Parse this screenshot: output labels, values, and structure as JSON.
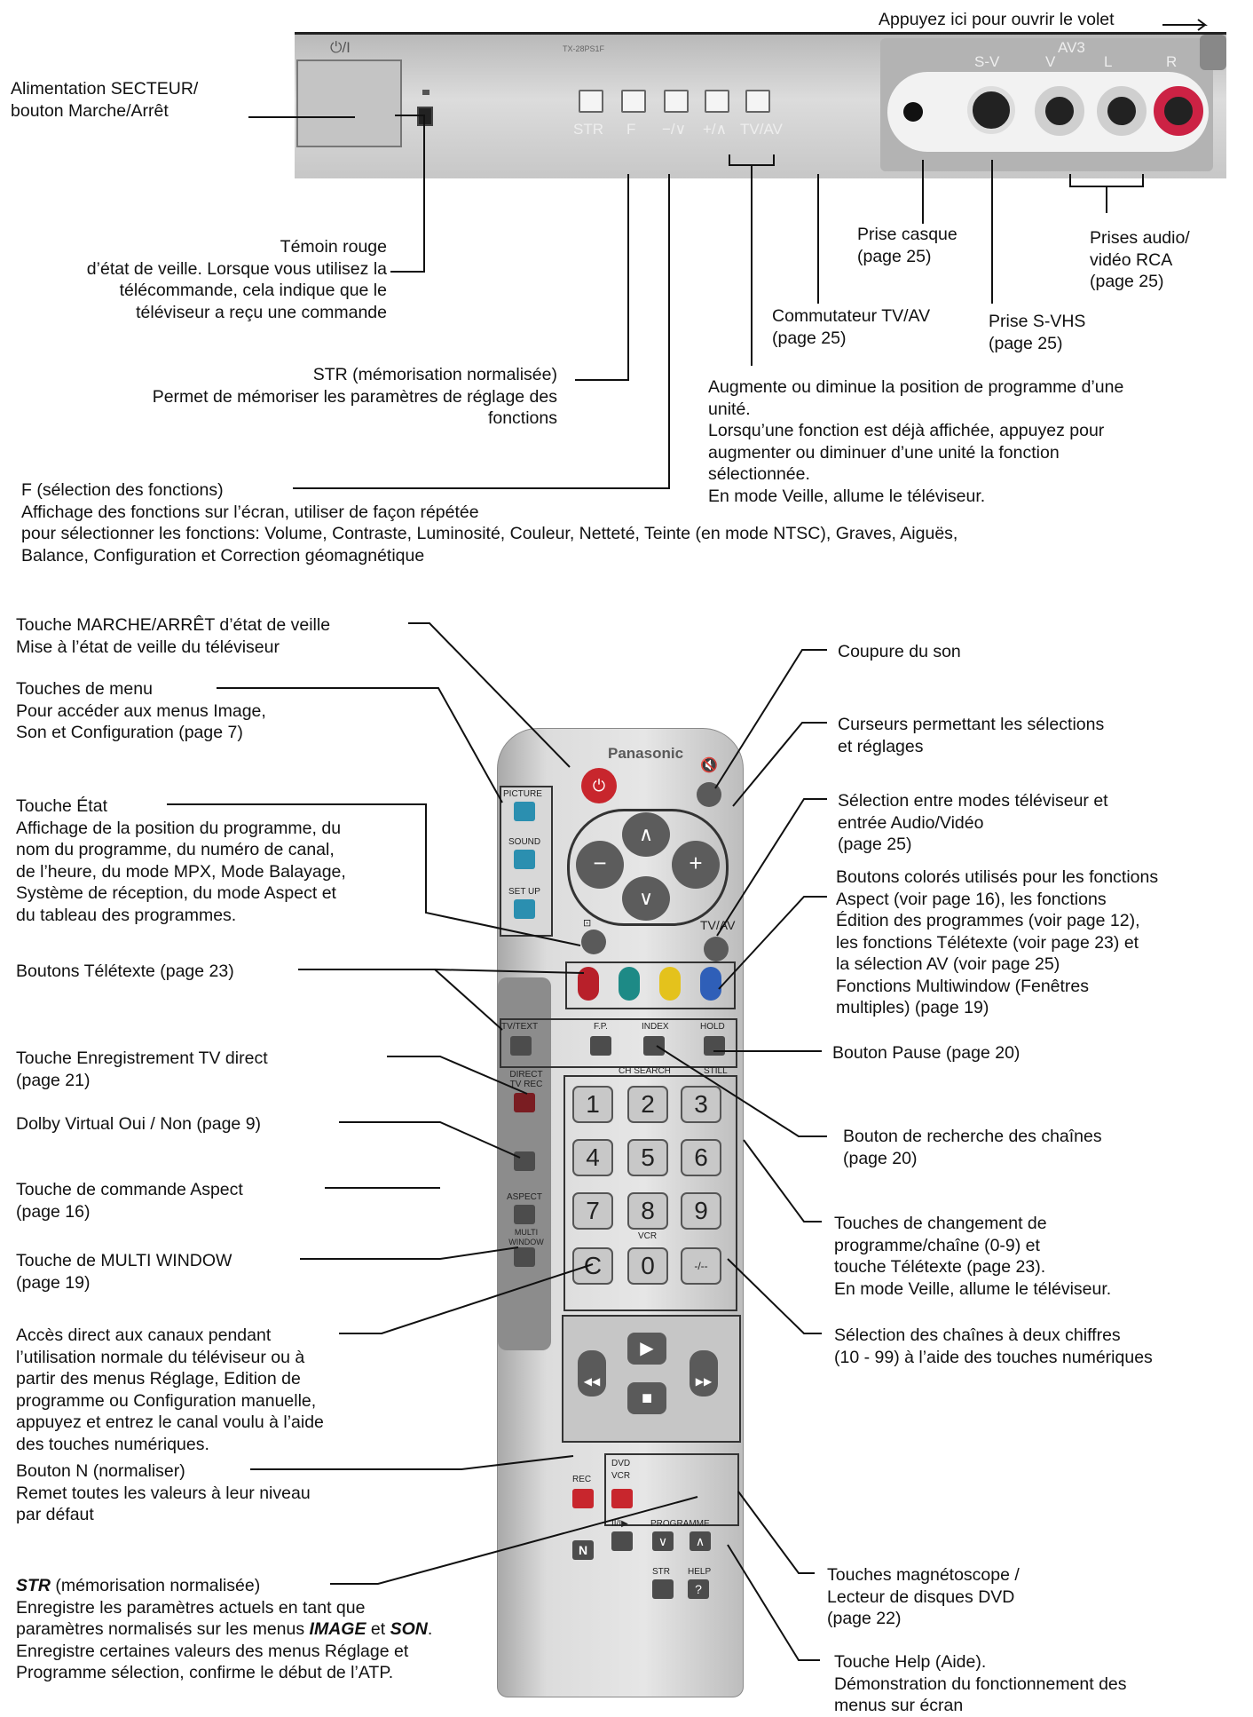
{
  "panel": {
    "power_symbol": "⏻/I",
    "model_text": "TX-28PS1F",
    "btn_labels": [
      "STR",
      "F",
      "−/∨",
      "+/∧",
      "TV/AV"
    ],
    "av3": "AV3",
    "jack_labels": [
      "S-V",
      "V",
      "L",
      "R"
    ]
  },
  "remote": {
    "brand": "Panasonic",
    "picture": "PICTURE",
    "sound": "SOUND",
    "setup": "SET UP",
    "tvav": "TV/AV",
    "tvtext": "TV/TEXT",
    "fp": "F.P.",
    "index": "INDEX",
    "hold": "HOLD",
    "direct_tv_rec": "DIRECT TV REC",
    "ch_search": "CH SEARCH",
    "still": "STILL",
    "aspect": "ASPECT",
    "multi_window": "MULTI WINDOW",
    "digits": [
      "1",
      "2",
      "3",
      "4",
      "5",
      "6",
      "7",
      "8",
      "9"
    ],
    "c_key": "C",
    "zero_key": "0",
    "vcr_label": "VCR",
    "dash_key": "-/--",
    "rec": "REC",
    "dvd": "DVD",
    "vcr2": "VCR",
    "programme": "PROGRAMME",
    "pause_still": "II/I▶",
    "n_key": "N",
    "str": "STR",
    "help": "HELP",
    "help_glyph": "?"
  },
  "labels": {
    "open_flap": "Appuyez ici pour ouvrir le volet",
    "power": [
      "Alimentation SECTEUR/",
      "bouton Marche/Arrêt"
    ],
    "standby": [
      "Témoin rouge",
      "d’état de veille. Lorsque vous utilisez la",
      "télécommande, cela indique que le",
      "téléviseur a reçu une commande"
    ],
    "str_panel": [
      "STR (mémorisation normalisée)",
      "Permet de mémoriser les paramètres de réglage des",
      "fonctions"
    ],
    "f_select": [
      "F (sélection des fonctions)",
      "Affichage des fonctions sur l’écran, utiliser de façon répétée",
      "pour sélectionner les fonctions: Volume, Contraste, Luminosité, Couleur, Netteté, Teinte (en mode NTSC), Graves, Aiguës,",
      "Balance, Configuration et Correction géomagnétique"
    ],
    "headphone": [
      "Prise casque",
      "(page 25)"
    ],
    "svhs": [
      "Prise S-VHS",
      "(page 25)"
    ],
    "rca": [
      "Prises audio/",
      "vidéo RCA",
      "(page 25)"
    ],
    "tvav_switch": [
      "Commutateur TV/AV",
      "(page 25)"
    ],
    "up_down": [
      "Augmente ou diminue la position de programme d’une",
      "unité.",
      "Lorsqu’une fonction est déjà affichée, appuyez pour",
      "augmenter ou diminuer d’une unité la fonction",
      "sélectionnée.",
      "En mode Veille, allume le téléviseur."
    ],
    "standby_remote": [
      "Touche MARCHE/ARRÊT d’état de veille",
      "Mise à l’état de veille du téléviseur"
    ],
    "menu_keys": [
      "Touches de menu",
      "Pour accéder aux menus Image,",
      "Son et Configuration (page 7)"
    ],
    "status_key": [
      "Touche État",
      "Affichage de la position du programme, du",
      "nom du programme, du numéro de canal,",
      "de l’heure, du mode MPX, Mode Balayage,",
      "Système de réception, du mode Aspect et",
      "du tableau des programmes."
    ],
    "teletext": [
      "Boutons Télétexte (page 23)"
    ],
    "direct_rec": [
      "Touche Enregistrement TV direct",
      "(page 21)"
    ],
    "dolby": [
      "Dolby Virtual Oui / Non (page 9)"
    ],
    "aspect_key": [
      "Touche de commande Aspect",
      "(page 16)"
    ],
    "multi_window": [
      "Touche de MULTI WINDOW",
      "(page 19)"
    ],
    "direct_access": [
      "Accès direct aux canaux pendant",
      "l’utilisation normale du téléviseur ou à",
      "partir des menus Réglage, Edition de",
      "programme ou Configuration manuelle,",
      "appuyez et entrez le canal voulu à l’aide",
      "des touches numériques."
    ],
    "n_button": [
      "Bouton N (normaliser)",
      "Remet toutes les valeurs à leur niveau",
      "par défaut"
    ],
    "str_remote": {
      "head": "STR",
      "head_rest": " (mémorisation normalisée)",
      "l2": "Enregistre les paramètres actuels en tant que",
      "l3a": "paramètres normalisés sur les menus ",
      "l3b": "IMAGE",
      "l3c": " et ",
      "l3d": "SON",
      "l3e": ".",
      "l4": "Enregistre certaines valeurs des menus Réglage et",
      "l5": "Programme sélection, confirme le début de l’ATP."
    },
    "mute": [
      "Coupure du son"
    ],
    "cursors": [
      "Curseurs permettant les sélections",
      "et réglages"
    ],
    "tv_av_select": [
      "Sélection entre modes téléviseur et",
      "entrée Audio/Vidéo",
      "(page 25)"
    ],
    "colored": [
      "Boutons colorés utilisés pour les fonctions",
      "Aspect (voir page 16), les fonctions",
      "Édition des programmes (voir page 12),",
      "les fonctions Télétexte (voir page 23) et",
      "la sélection AV (voir page 25)",
      "Fonctions Multiwindow (Fenêtres",
      "multiples) (page 19)"
    ],
    "pause": [
      "Bouton Pause (page 20)"
    ],
    "ch_search": [
      "Bouton de recherche des chaînes",
      "(page 20)"
    ],
    "prog_change": [
      "Touches de changement de",
      "programme/chaîne (0-9) et",
      "touche Télétexte (page 23).",
      "En mode Veille, allume le téléviseur."
    ],
    "two_digit": [
      "Sélection des chaînes à deux chiffres",
      "(10 - 99) à l’aide des touches numériques"
    ],
    "vcr_dvd": [
      "Touches magnétoscope /",
      "Lecteur de disques DVD",
      "(page 22)"
    ],
    "help": [
      "Touche Help (Aide).",
      "Démonstration du fonctionnement des",
      "menus sur écran"
    ]
  }
}
